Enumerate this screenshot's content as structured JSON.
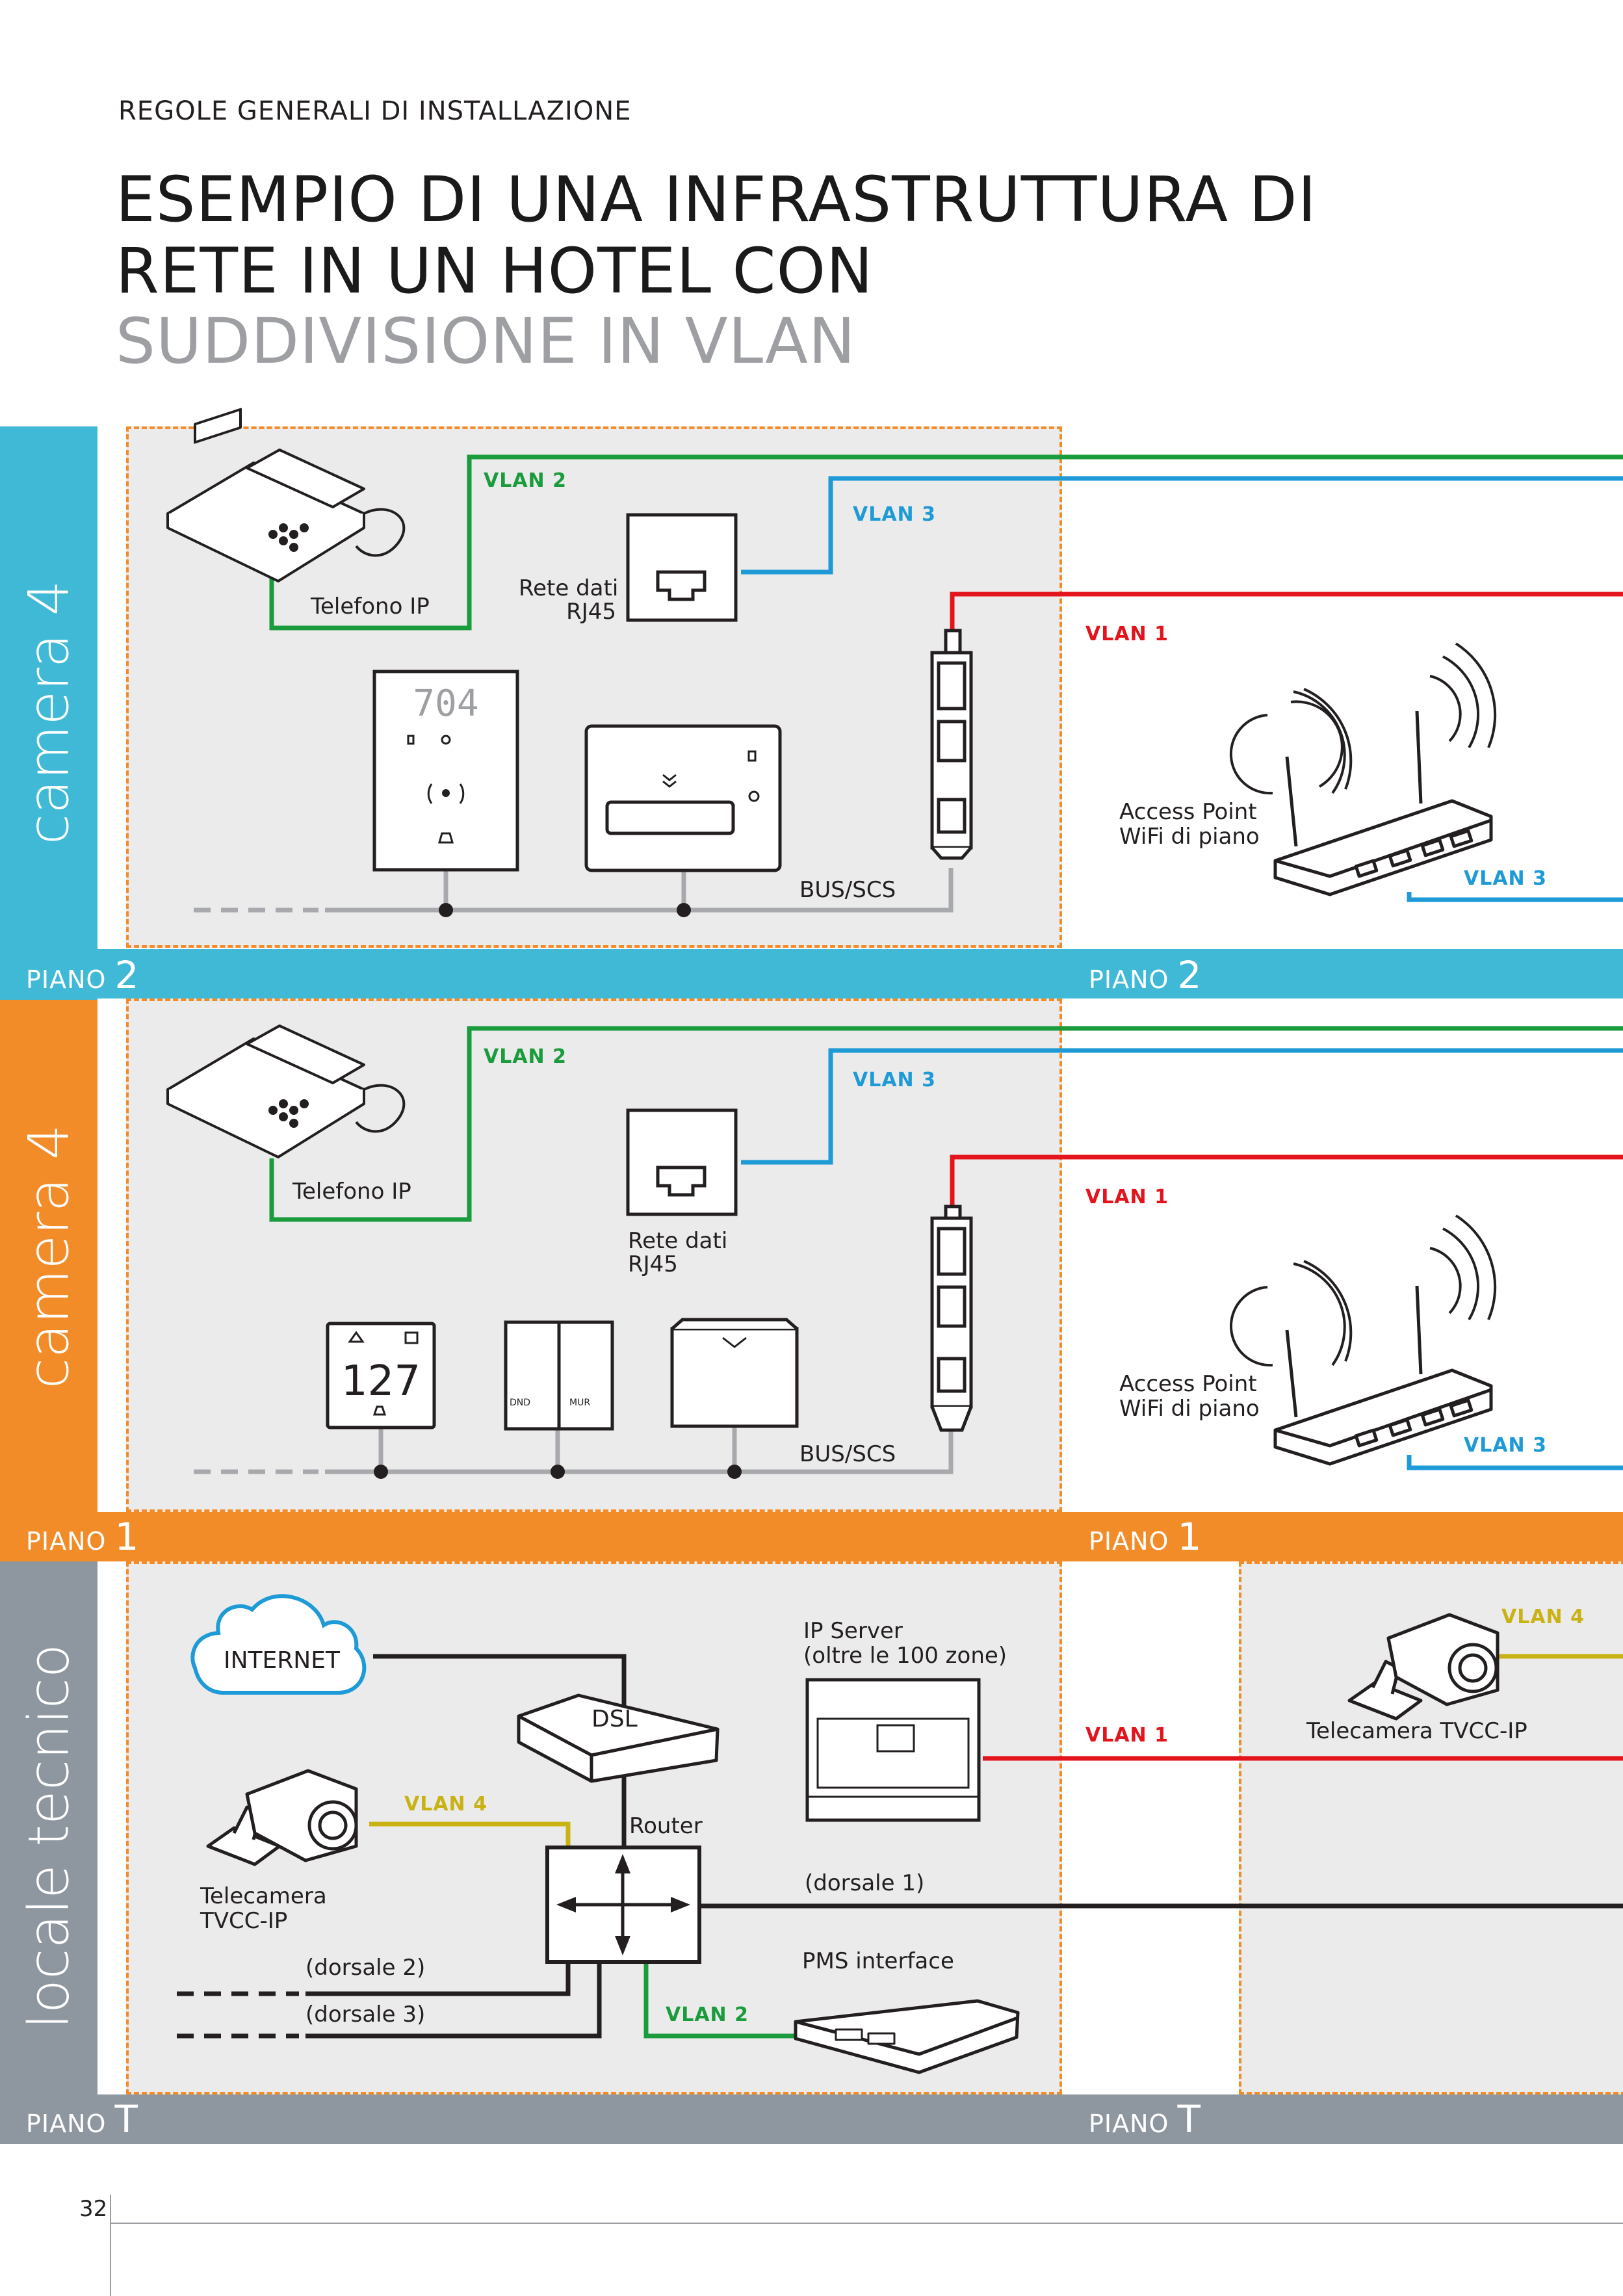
{
  "header": {
    "section": "REGOLE GENERALI DI INSTALLAZIONE",
    "title_line1": "ESEMPIO DI UNA INFRASTRUTTURA  DI",
    "title_line2": "RETE IN UN HOTEL CON",
    "title_line3": "SUDDIVISIONE IN VLAN"
  },
  "colors": {
    "cyan": "#3fb9d6",
    "orange": "#f28c28",
    "grey": "#8e979f",
    "vlan1": "#e3141c",
    "vlan2": "#1a9b3c",
    "vlan3": "#1e9ad6",
    "vlan4": "#c9b214"
  },
  "floors": {
    "p2": {
      "side_label": "camera 4",
      "piano_word": "PIANO",
      "piano_num": "2"
    },
    "p1": {
      "side_label": "camera 4",
      "piano_word": "PIANO",
      "piano_num": "1"
    },
    "pt": {
      "side_label": "locale tecnico",
      "piano_word": "PIANO",
      "piano_num": "T"
    }
  },
  "vlans": {
    "v1": "VLAN 1",
    "v2": "VLAN 2",
    "v3": "VLAN 3",
    "v4": "VLAN 4"
  },
  "labels": {
    "telefono_ip": "Telefono IP",
    "rete_dati_1": "Rete dati",
    "rete_dati_2": "RJ45",
    "bus_scs": "BUS/SCS",
    "ap_1": "Access Point",
    "ap_2": "WiFi di piano",
    "room_number_p2": "704",
    "room_number_p1": "127",
    "dnd": "DND",
    "mur": "MUR",
    "internet": "INTERNET",
    "dsl": "DSL",
    "router": "Router",
    "ip_server_1": "IP Server",
    "ip_server_2": "(oltre le 100 zone)",
    "cam_left_1": "Telecamera",
    "cam_left_2": "TVCC-IP",
    "cam_right": "Telecamera TVCC-IP",
    "dorsale1": "(dorsale 1)",
    "dorsale2": "(dorsale 2)",
    "dorsale3": "(dorsale 3)",
    "pms": "PMS interface"
  },
  "page_number": "32"
}
